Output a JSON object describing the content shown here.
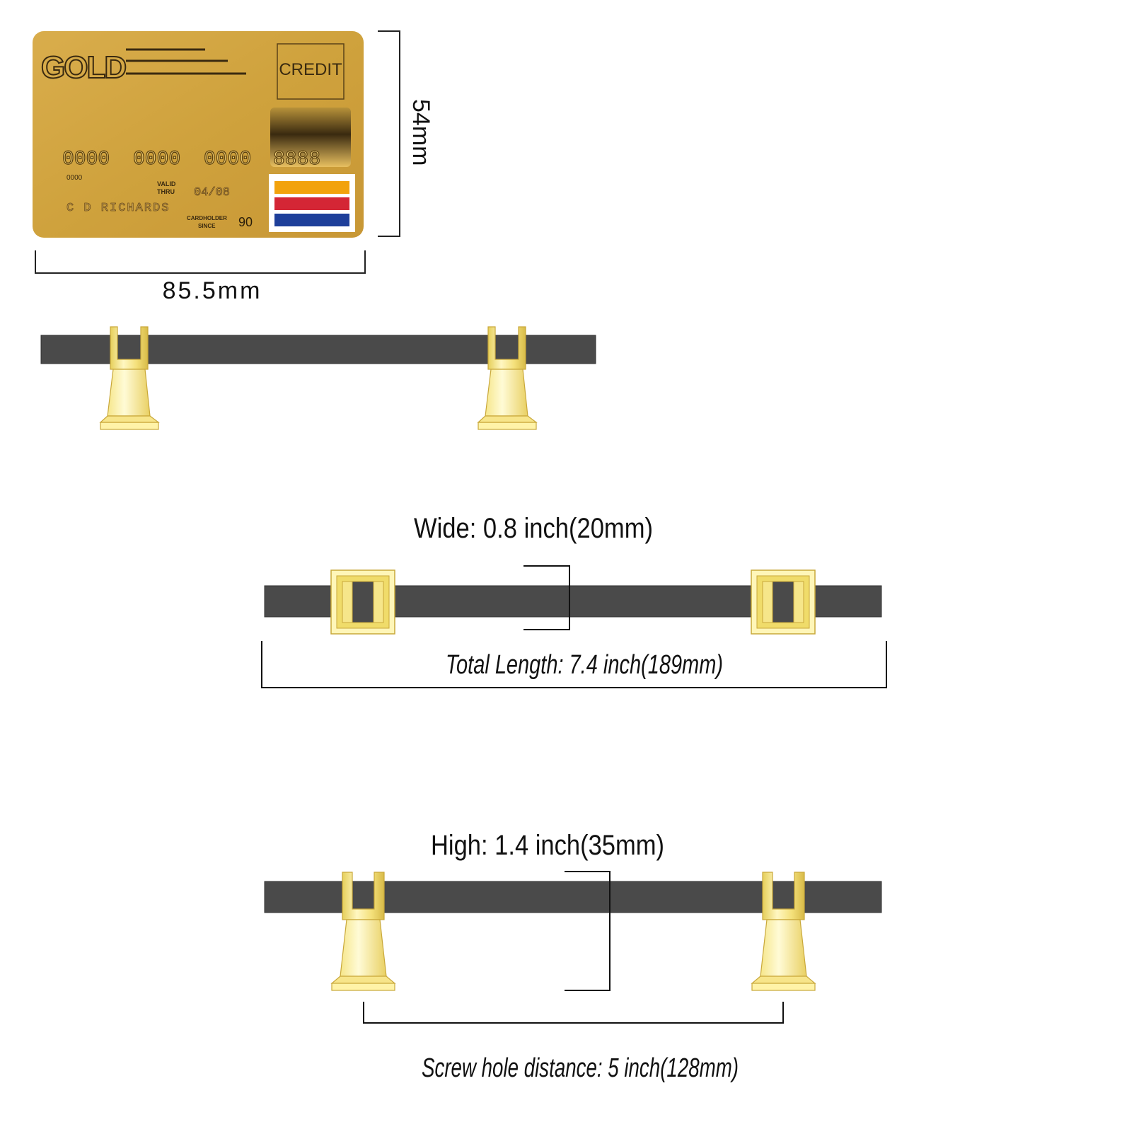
{
  "card": {
    "brand": "GOLD",
    "type": "CREDIT",
    "number_groups": [
      "0000",
      "0000",
      "0000",
      "8888"
    ],
    "small_number": "0000",
    "valid_label_1": "VALID",
    "valid_label_2": "THRU",
    "valid_date": "04/08",
    "holder_name": "C D RICHARDS",
    "since_label_1": "CARDHOLDER",
    "since_label_2": "SINCE",
    "since_value": "90",
    "stripe_colors": [
      "#f2a20c",
      "#d42635",
      "#1e3f9a"
    ]
  },
  "card_dimensions": {
    "height": "54mm",
    "width": "85.5mm"
  },
  "specs": {
    "wide": "Wide: 0.8 inch(20mm)",
    "total_length": "Total Length: 7.4 inch(189mm)",
    "high": "High: 1.4 inch(35mm)",
    "screw_distance": "Screw hole distance: 5 inch(128mm)"
  },
  "colors": {
    "bar": "#4a4a4a",
    "gold_light": "#fff6b0",
    "gold_mid": "#f0dc6a",
    "gold_dark": "#c9a83a",
    "card_gold": "#d4a640"
  }
}
